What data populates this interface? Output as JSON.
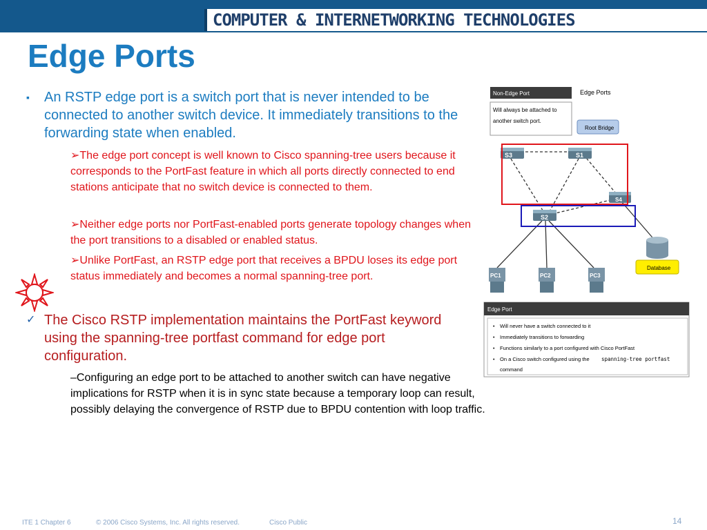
{
  "header": {
    "banner": "COMPUTER & INTERNETWORKING TECHNOLOGIES"
  },
  "slide": {
    "title": "Edge Ports",
    "bullet1": {
      "marker": "▪",
      "text": "An RSTP edge port is a switch port that is never intended to be connected to another switch device. It immediately transitions to the forwarding state when enabled."
    },
    "sub1": [
      {
        "marker": "➢",
        "text": "The edge port concept is well known to Cisco spanning-tree users because it corresponds to the PortFast feature in which all ports directly connected to end stations anticipate that no switch device is connected to them."
      },
      {
        "marker": "➢",
        "text": "Neither edge ports nor PortFast-enabled ports generate topology changes when the port transitions to a disabled or enabled status."
      },
      {
        "marker": "➢",
        "text": "Unlike PortFast, an RSTP edge port that receives a BPDU loses its edge port status immediately and becomes a normal spanning-tree port."
      }
    ],
    "bullet2": {
      "marker": "✓",
      "text": "The Cisco RSTP implementation maintains the PortFast keyword using the spanning-tree portfast command for edge port configuration."
    },
    "sub2": {
      "marker": "–",
      "text": "Configuring an edge port to be attached to another switch can have negative implications for RSTP when it is in sync state because a temporary loop can result, possibly delaying the convergence of RSTP due to BPDU contention with loop traffic."
    }
  },
  "figure": {
    "non_edge_title": "Non-Edge Port",
    "non_edge_text_1": "Will always be attached to",
    "non_edge_text_2": "another switch port.",
    "edge_ports_label": "Edge Ports",
    "root_bridge": "Root Bridge",
    "switches": [
      "S3",
      "S1",
      "S4",
      "S2"
    ],
    "pcs": [
      "PC1",
      "PC2",
      "PC3"
    ],
    "database": "Database",
    "edge_port_title": "Edge Port",
    "edge_port_items": [
      "Will never have a switch connected to it",
      "Immediately transitions to forwarding",
      "Functions similarly to a port configured with Cisco PortFast",
      "On a Cisco switch configured using the"
    ],
    "edge_port_code": "spanning-tree portfast",
    "edge_port_command": "command"
  },
  "footer": {
    "chapter": "ITE 1 Chapter 6",
    "copyright": "© 2006 Cisco Systems, Inc. All rights reserved.",
    "classification": "Cisco Public",
    "page": "14"
  },
  "colors": {
    "title": "#1c7cc0",
    "sub_text": "#e0151b",
    "header_bar": "#14588c"
  }
}
